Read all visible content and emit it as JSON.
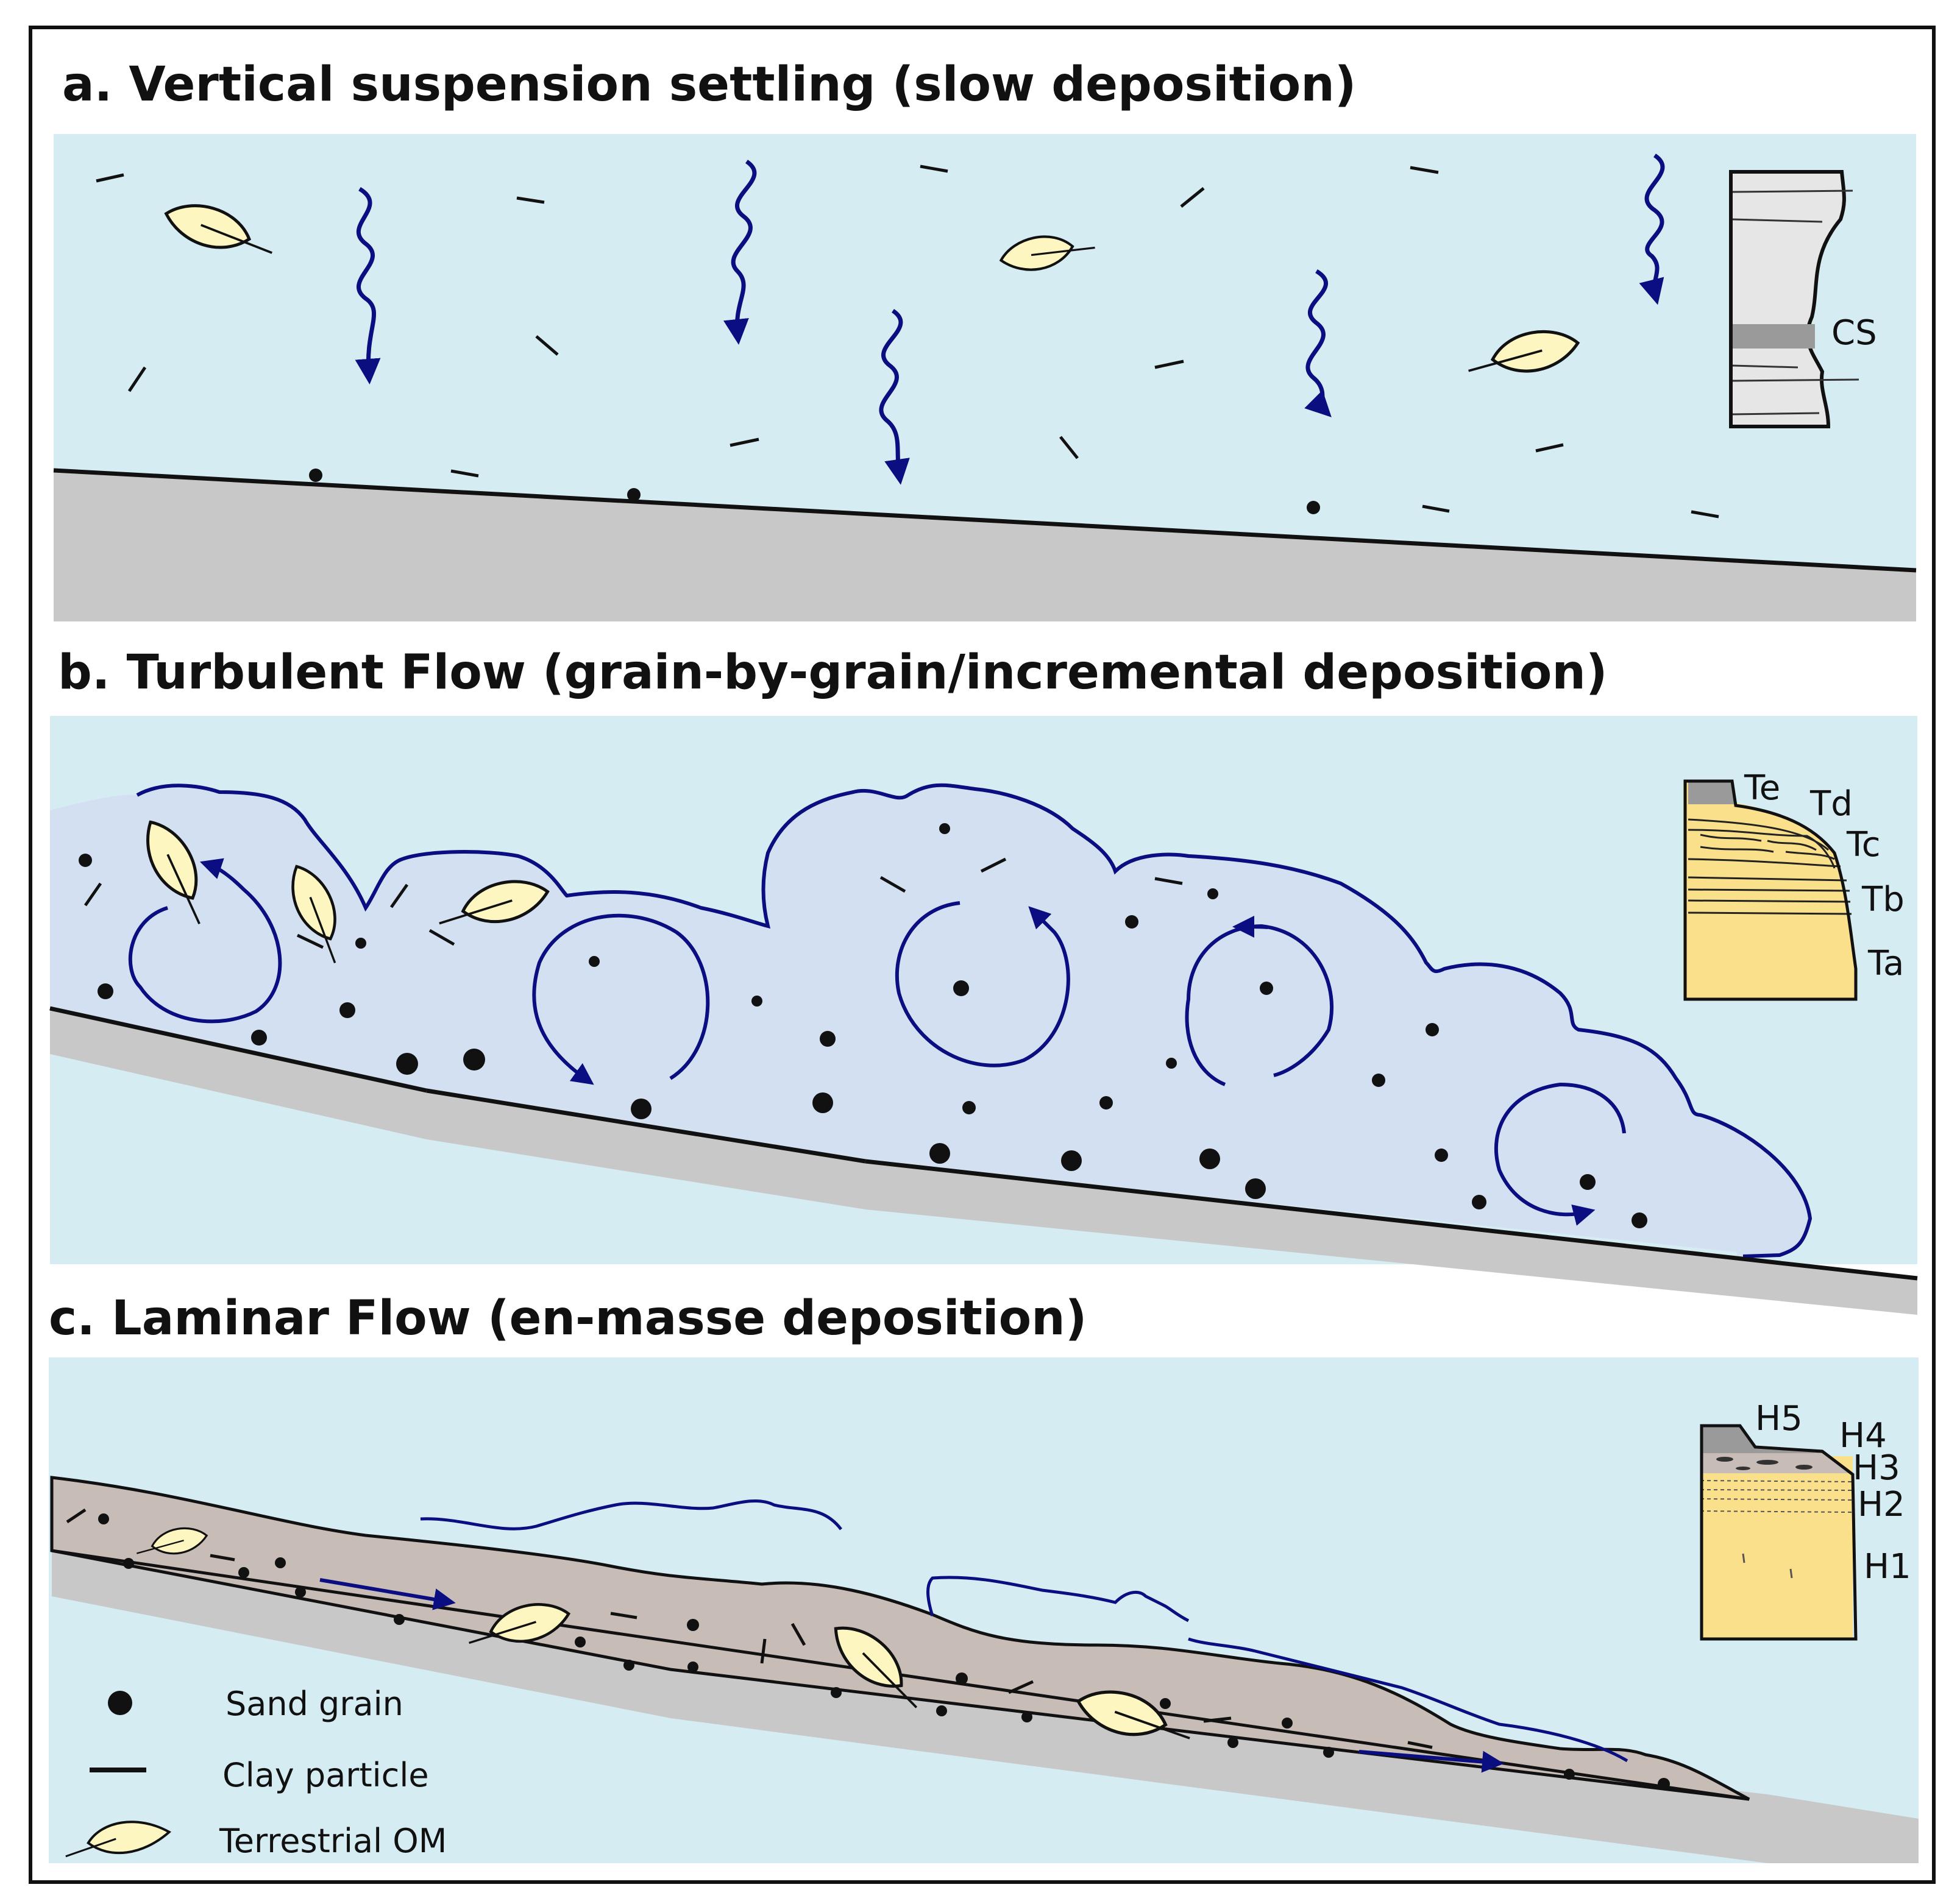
{
  "panels": {
    "a": {
      "title": "a. Vertical suspension settling (slow deposition)",
      "column_label": "CS"
    },
    "b": {
      "title": "b. Turbulent Flow (grain-by-grain/incremental deposition)",
      "column_labels": [
        "Te",
        "Td",
        "Tc",
        "Tb",
        "Ta"
      ]
    },
    "c": {
      "title": "c. Laminar Flow (en-masse deposition)",
      "column_labels": [
        "H5",
        "H4",
        "H3",
        "H2",
        "H1"
      ]
    }
  },
  "legend": [
    {
      "symbol": "sand-grain",
      "label": "Sand grain"
    },
    {
      "symbol": "clay-particle",
      "label": "Clay particle"
    },
    {
      "symbol": "leaf",
      "label": "Terrestrial OM"
    }
  ],
  "colors": {
    "water": "#d6ecf3",
    "turbulent_cloud": "#d3e0f1",
    "seabed": "#c8c8c8",
    "debris_flow": "#c8bcb7",
    "sand_yellow": "#fbe08c",
    "leaf_fill": "#fdf6c0",
    "arrow_blue": "#0a0e80",
    "mudstone_gray": "#9a9a9a"
  }
}
